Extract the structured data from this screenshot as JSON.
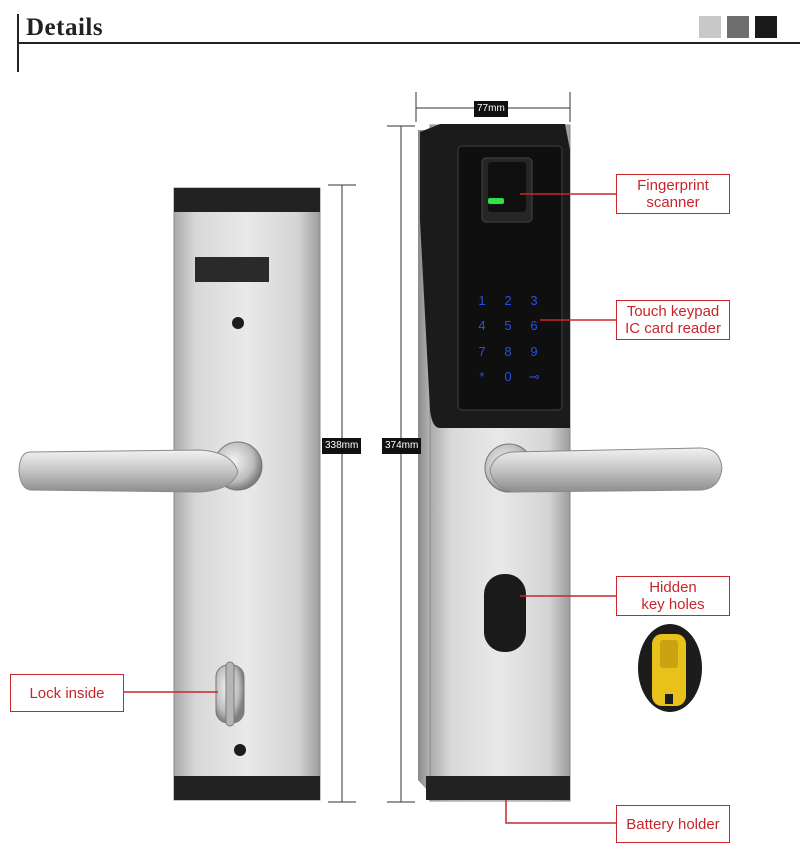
{
  "header": {
    "title": "Details",
    "swatches": [
      "#c8c8c8",
      "#6e6e6e",
      "#1a1a1a"
    ]
  },
  "dimensions": {
    "width": "77mm",
    "left_height": "338mm",
    "right_height": "374mm"
  },
  "keypad": {
    "keys": [
      "1",
      "2",
      "3",
      "4",
      "5",
      "6",
      "7",
      "8",
      "9",
      "*",
      "0",
      "⊸"
    ]
  },
  "callouts": {
    "fingerprint": [
      "Fingerprint",
      "scanner"
    ],
    "keypad": [
      "Touch keypad",
      "IC card reader"
    ],
    "key_holes": [
      "Hidden",
      "key holes"
    ],
    "lock_inside": "Lock inside",
    "battery": "Battery holder"
  },
  "colors": {
    "accent": "#c8262c",
    "steel_light": "#e4e4e4",
    "steel_dark": "#a8a8a8",
    "panel_black": "#1a1a1a",
    "keypad_blue": "#2a4fe0",
    "scanner_green": "#2fe04a",
    "cylinder_yellow": "#e8c21a"
  }
}
